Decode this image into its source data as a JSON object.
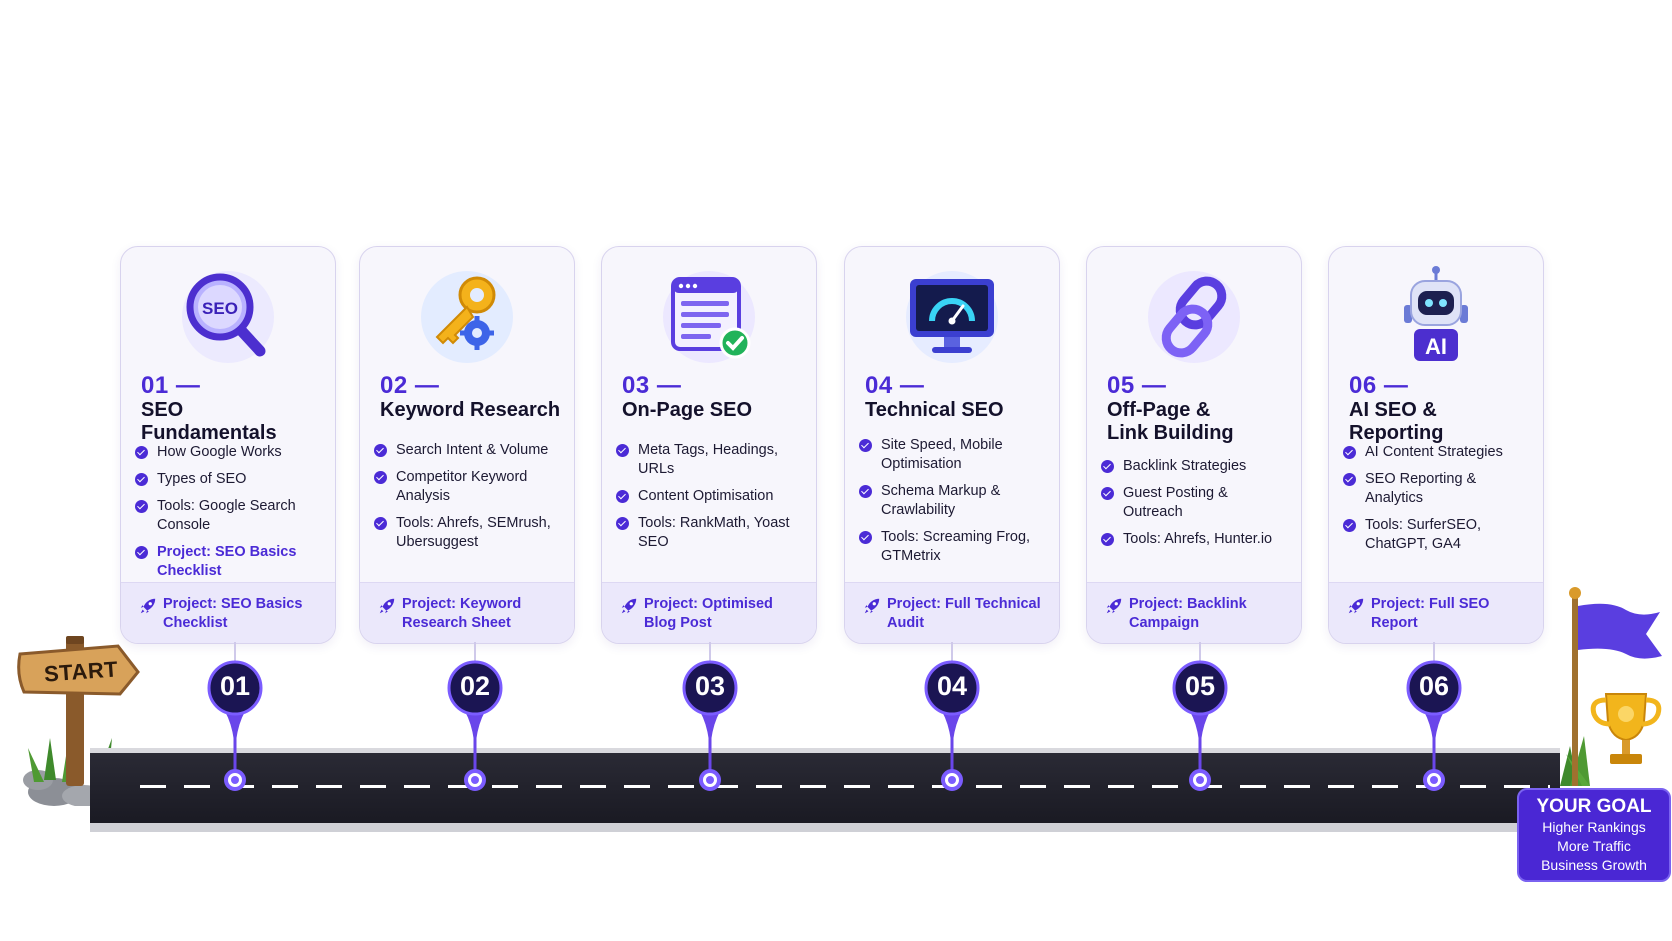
{
  "start_sign": "START",
  "steps": [
    {
      "num": "01 —",
      "title": "SEO Fundamentals",
      "items": [
        "How Google Works",
        "Types of SEO",
        "Tools: Google Search Console"
      ],
      "project_item": "Project: SEO Basics Checklist",
      "footer": "Project: SEO Basics Checklist",
      "marker": "01",
      "icon": "seo-magnifier-icon"
    },
    {
      "num": "02 —",
      "title": "Keyword Research",
      "items": [
        "Search Intent & Volume",
        "Competitor Keyword Analysis",
        "Tools: Ahrefs, SEMrush, Ubersuggest"
      ],
      "footer": "Project: Keyword Research Sheet",
      "marker": "02",
      "icon": "key-gear-icon"
    },
    {
      "num": "03 —",
      "title": "On-Page SEO",
      "items": [
        "Meta Tags, Headings, URLs",
        "Content Optimisation",
        "Tools: RankMath, Yoast SEO"
      ],
      "footer": "Project: Optimised Blog Post",
      "marker": "03",
      "icon": "webpage-check-icon"
    },
    {
      "num": "04 —",
      "title": "Technical SEO",
      "items": [
        "Site Speed, Mobile Optimisation",
        "Schema Markup & Crawlability",
        "Tools: Screaming Frog, GTMetrix"
      ],
      "footer": "Project: Full Technical Audit",
      "marker": "04",
      "icon": "monitor-gauge-icon"
    },
    {
      "num": "05 —",
      "title": "Off-Page & Link Building",
      "items": [
        "Backlink Strategies",
        "Guest Posting & Outreach",
        "Tools: Ahrefs, Hunter.io"
      ],
      "footer": "Project: Backlink Campaign",
      "marker": "05",
      "icon": "chain-link-icon"
    },
    {
      "num": "06 —",
      "title": "AI SEO & Reporting",
      "items": [
        "AI Content Strategies",
        "SEO Reporting & Analytics",
        "Tools: SurferSEO, ChatGPT, GA4"
      ],
      "footer": "Project: Full SEO Report",
      "marker": "06",
      "icon": "ai-robot-icon"
    }
  ],
  "goal": {
    "title": "YOUR GOAL",
    "lines": [
      "Higher Rankings",
      "More Traffic",
      "Business Growth"
    ]
  },
  "colors": {
    "accent": "#4b2bd6",
    "card_bg": "#f7f6fc",
    "footer_bg": "#ebe8fb",
    "road": "#22222c",
    "marker": "#1b1553",
    "marker_ring": "#7b5cff"
  }
}
